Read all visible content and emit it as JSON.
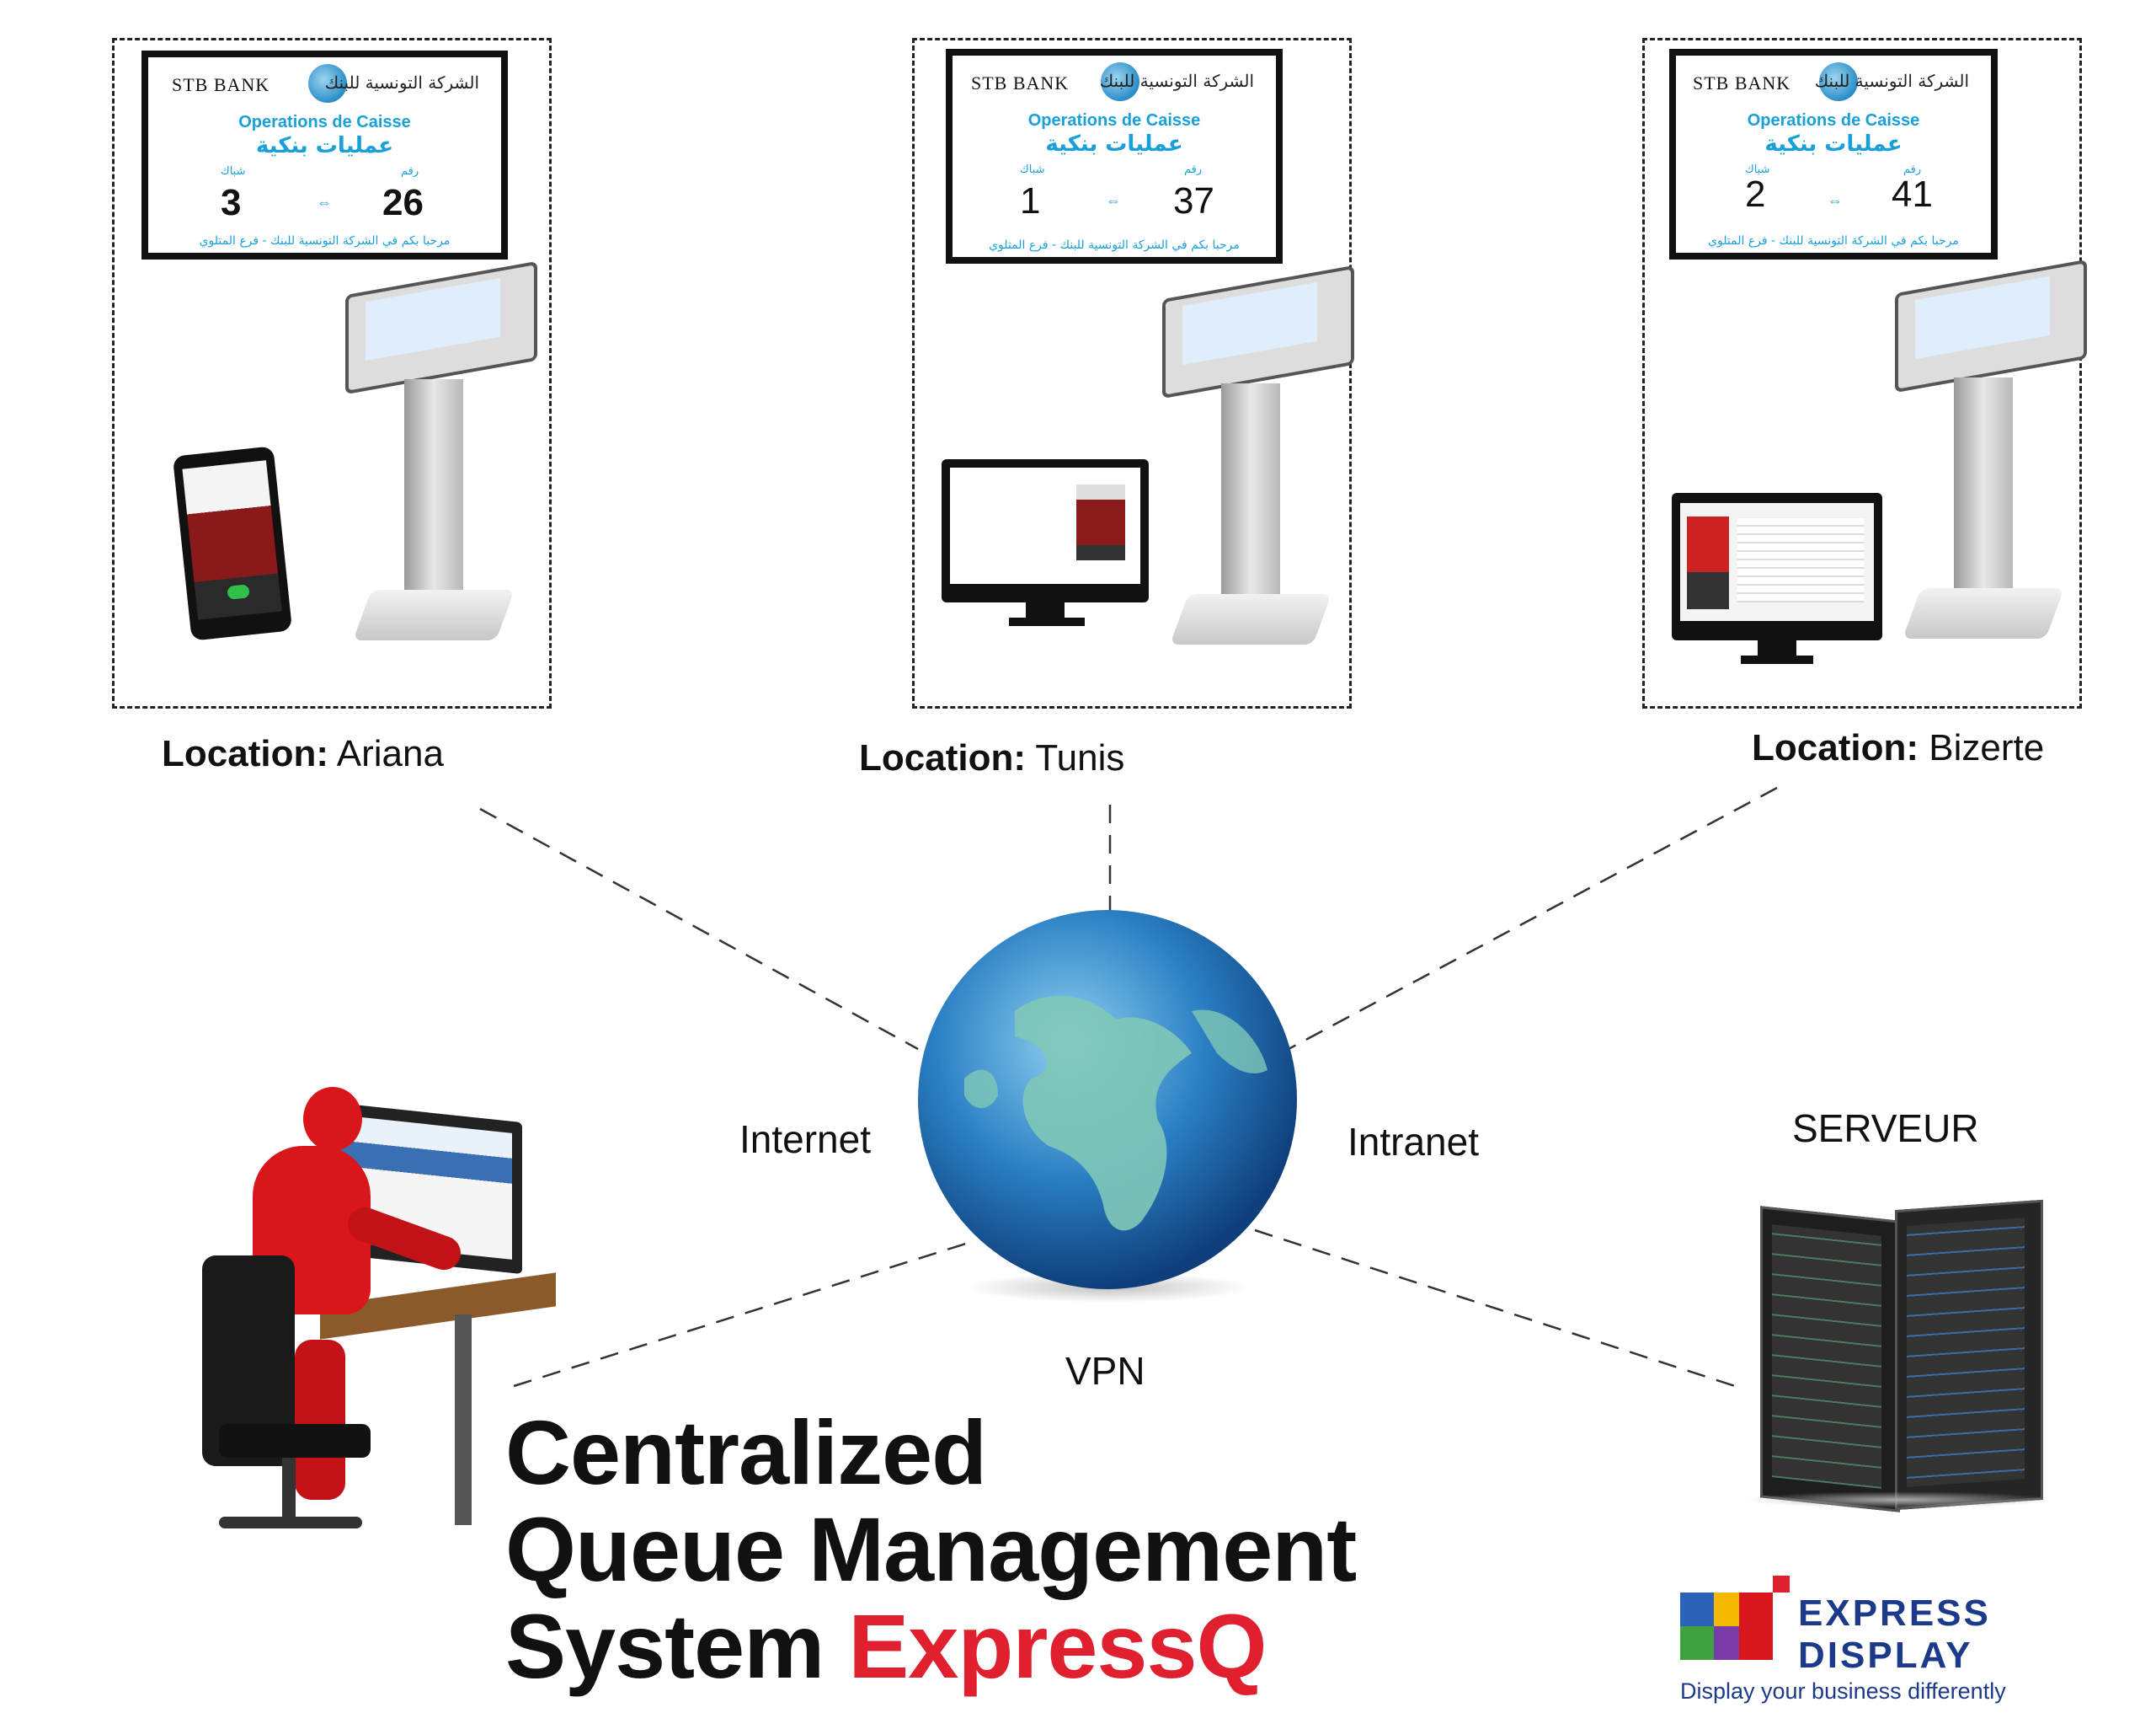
{
  "locations": [
    {
      "label": "Location:",
      "name": "Ariana",
      "counter": "3",
      "number": "26"
    },
    {
      "label": "Location:",
      "name": "Tunis",
      "counter": "1",
      "number": "37"
    },
    {
      "label": "Location:",
      "name": "Bizerte",
      "counter": "2",
      "number": "41"
    }
  ],
  "display": {
    "bank_name": "STB BANK",
    "bank_name_ar": "الشركة التونسية للبنك",
    "operation_fr": "Operations de Caisse",
    "operation_ar": "عمليات بنكية",
    "counter_label_ar": "شباك",
    "number_label_ar": "رقم",
    "arrow": "⇔",
    "welcome_ar": "مرحبا بكم في الشركة التونسية للبنك - فرع المتلوي"
  },
  "network": {
    "internet": "Internet",
    "intranet": "Intranet",
    "vpn": "VPN"
  },
  "server_label": "SERVEUR",
  "title": {
    "line1": "Centralized",
    "line2": "Queue Management",
    "line3_prefix": "System",
    "brand": "ExpressQ"
  },
  "logo": {
    "line1": "EXPRESS",
    "line2": "DISPLAY",
    "tagline": "Display your business differently"
  },
  "colors": {
    "brand_red": "#e0202e",
    "display_blue": "#1aa0d8",
    "logo_blue": "#1d3a8a",
    "globe_blue": "#2a7fc4"
  }
}
